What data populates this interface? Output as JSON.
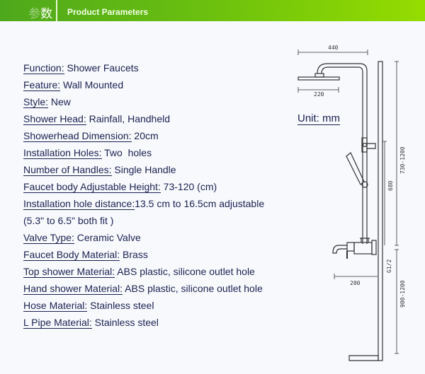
{
  "header": {
    "cn_title_first": "参",
    "cn_title_second": "数",
    "title": "Product Parameters"
  },
  "specs": [
    {
      "label": "Function:",
      "value": " Shower Faucets"
    },
    {
      "label": "Feature:",
      "value": " Wall Mounted"
    },
    {
      "label": "Style:",
      "value": " New"
    },
    {
      "label": "Shower Head:",
      "value": " Rainfall, Handheld"
    },
    {
      "label": "Showerhead Dimension:",
      "value": " 20cm"
    },
    {
      "label": "Installation Holes:",
      "value": " Two  holes"
    },
    {
      "label": "Number of Handles:",
      "value": " Single Handle"
    },
    {
      "label": "Faucet body Adjustable Height:",
      "value": " 73-120 (cm)"
    },
    {
      "label": "Installation hole distance:",
      "value": "13.5 cm to 16.5cm adjustable"
    },
    {
      "label": "",
      "value": "(5.3\" to 6.5\" both fit )"
    },
    {
      "label": "Valve Type:",
      "value": " Ceramic Valve"
    },
    {
      "label": "Faucet Body Material:",
      "value": " Brass"
    },
    {
      "label": "Top shower Material:",
      "value": " ABS plastic, silicone outlet hole"
    },
    {
      "label": "Hand shower Material:",
      "value": " ABS plastic, silicone outlet hole"
    },
    {
      "label": "Hose Material:",
      "value": " Stainless steel"
    },
    {
      "label": "L Pipe Material:",
      "value": " Stainless steel"
    }
  ],
  "diagram": {
    "unit": "Unit: mm",
    "dims": {
      "top_width": "440",
      "head_width": "220",
      "total_height": "730-1200",
      "riser_height": "680",
      "thread": "G1/2",
      "spout": "200",
      "valve_height": "900-1200"
    }
  }
}
